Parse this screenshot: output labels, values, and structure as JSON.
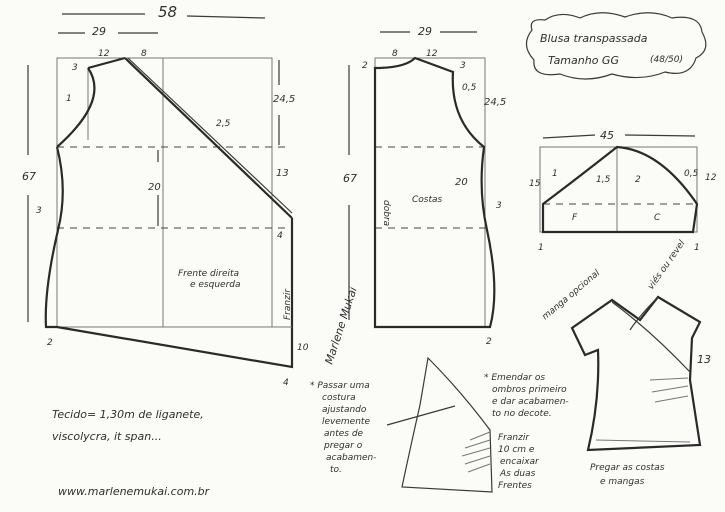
{
  "title": {
    "line1": "Blusa transpassada",
    "line2": "Tamanho GG",
    "size": "(48/50)"
  },
  "front": {
    "label_line1": "Frente direita",
    "label_line2": "e esquerda",
    "dims": {
      "total_width": "58",
      "half_width": "29",
      "neck_width": "12",
      "shoulder": "8",
      "neck_drop": "3",
      "armhole_curve": "1",
      "height": "67",
      "armhole_depth": "24,5",
      "waist": "20",
      "side_curve": "3",
      "hem_offset": "2",
      "diag_offset": "2,5",
      "side_13": "13",
      "gather_4": "4",
      "hem_drop": "10",
      "hem_4": "4"
    },
    "gather_label": "Franzir"
  },
  "back": {
    "label": "Costas",
    "fold_label": "dobra",
    "dims": {
      "width": "29",
      "neck": "8",
      "shoulder": "12",
      "neck_drop": "2",
      "shoulder_drop": "3",
      "armhole_curve": "0,5",
      "armhole_depth": "24,5",
      "height": "67",
      "waist": "20",
      "side_curve": "3",
      "hem_offset": "2"
    }
  },
  "sleeve": {
    "dims": {
      "width": "45",
      "height_left": "15",
      "height_right": "12",
      "curve_f1": "1",
      "curve_f2": "1,5",
      "curve_c1": "2",
      "curve_c2": "0,5",
      "hem_left": "1",
      "hem_right": "1"
    },
    "front_label": "F",
    "back_label": "C"
  },
  "notes": {
    "fabric": "Tecido= 1,30m de liganete,",
    "fabric_line2": "viscolycra, it span...",
    "website": "www.marlenemukai.com.br",
    "note_seam": [
      "* Passar uma",
      "costura",
      "ajustando",
      "levemente",
      "antes de",
      "pregar o",
      "acabamen-",
      "to."
    ],
    "note_shoulders": [
      "* Emendar os",
      "ombros primeiro",
      "e dar acabamen-",
      "to no decote."
    ],
    "note_gather": [
      "Franzir",
      "10 cm e",
      "encaixar",
      "As duas",
      "Frentes"
    ],
    "note_back": [
      "Pregar as costas",
      "e mangas"
    ],
    "sleeve_optional": "manga opcional",
    "bias": "viés ou revel",
    "shirt_13": "13"
  },
  "signature": "Marlene Mukai"
}
